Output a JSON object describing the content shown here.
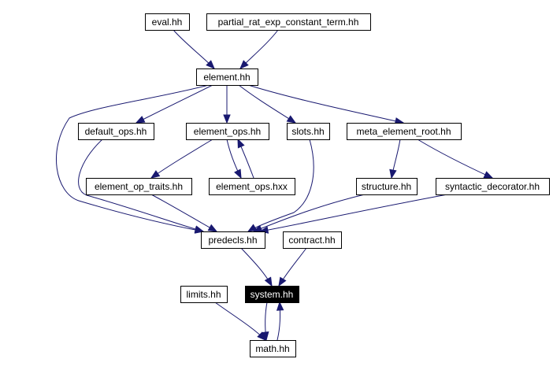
{
  "diagram": {
    "type": "include-dependency-graph",
    "colors": {
      "edge": "#191970",
      "node_border": "#000000",
      "node_fill": "#ffffff",
      "highlight_fill": "#000000",
      "highlight_text": "#ffffff"
    },
    "nodes": [
      {
        "id": "eval",
        "label": "eval.hh"
      },
      {
        "id": "partial",
        "label": "partial_rat_exp_constant_term.hh"
      },
      {
        "id": "element",
        "label": "element.hh"
      },
      {
        "id": "default_ops",
        "label": "default_ops.hh"
      },
      {
        "id": "element_ops",
        "label": "element_ops.hh"
      },
      {
        "id": "slots",
        "label": "slots.hh"
      },
      {
        "id": "meta_root",
        "label": "meta_element_root.hh"
      },
      {
        "id": "op_traits",
        "label": "element_op_traits.hh"
      },
      {
        "id": "ops_hxx",
        "label": "element_ops.hxx"
      },
      {
        "id": "structure",
        "label": "structure.hh"
      },
      {
        "id": "syntactic",
        "label": "syntactic_decorator.hh"
      },
      {
        "id": "predecls",
        "label": "predecls.hh"
      },
      {
        "id": "contract",
        "label": "contract.hh"
      },
      {
        "id": "limits",
        "label": "limits.hh"
      },
      {
        "id": "system",
        "label": "system.hh",
        "highlighted": true
      },
      {
        "id": "math",
        "label": "math.hh"
      }
    ],
    "edges": [
      {
        "from": "eval",
        "to": "element"
      },
      {
        "from": "partial",
        "to": "element"
      },
      {
        "from": "element",
        "to": "default_ops"
      },
      {
        "from": "element",
        "to": "element_ops"
      },
      {
        "from": "element",
        "to": "slots"
      },
      {
        "from": "element",
        "to": "meta_root"
      },
      {
        "from": "element",
        "to": "predecls"
      },
      {
        "from": "default_ops",
        "to": "predecls"
      },
      {
        "from": "element_ops",
        "to": "op_traits"
      },
      {
        "from": "element_ops",
        "to": "ops_hxx"
      },
      {
        "from": "ops_hxx",
        "to": "element_ops"
      },
      {
        "from": "op_traits",
        "to": "predecls"
      },
      {
        "from": "slots",
        "to": "predecls"
      },
      {
        "from": "meta_root",
        "to": "structure"
      },
      {
        "from": "meta_root",
        "to": "syntactic"
      },
      {
        "from": "structure",
        "to": "predecls"
      },
      {
        "from": "syntactic",
        "to": "predecls"
      },
      {
        "from": "predecls",
        "to": "system"
      },
      {
        "from": "contract",
        "to": "system"
      },
      {
        "from": "limits",
        "to": "math"
      },
      {
        "from": "system",
        "to": "math"
      },
      {
        "from": "math",
        "to": "system"
      }
    ]
  }
}
